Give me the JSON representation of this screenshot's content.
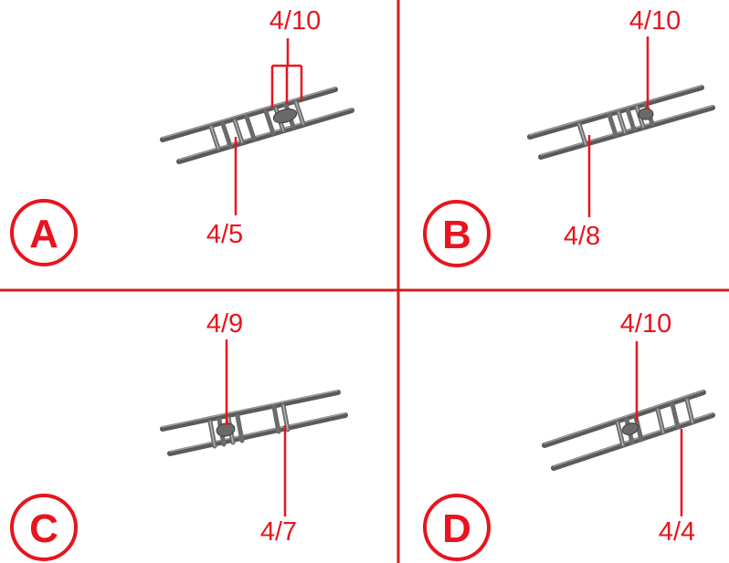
{
  "panels": [
    {
      "letter": "A",
      "top_label": "4/10",
      "bottom_label": "4/5"
    },
    {
      "letter": "B",
      "top_label": "4/10",
      "bottom_label": "4/8"
    },
    {
      "letter": "C",
      "top_label": "4/9",
      "bottom_label": "4/7"
    },
    {
      "letter": "D",
      "top_label": "4/10",
      "bottom_label": "4/4"
    }
  ],
  "colors": {
    "accent": "#e8141e",
    "divider": "#d21e1e",
    "ladder": "#5a5a5a"
  }
}
